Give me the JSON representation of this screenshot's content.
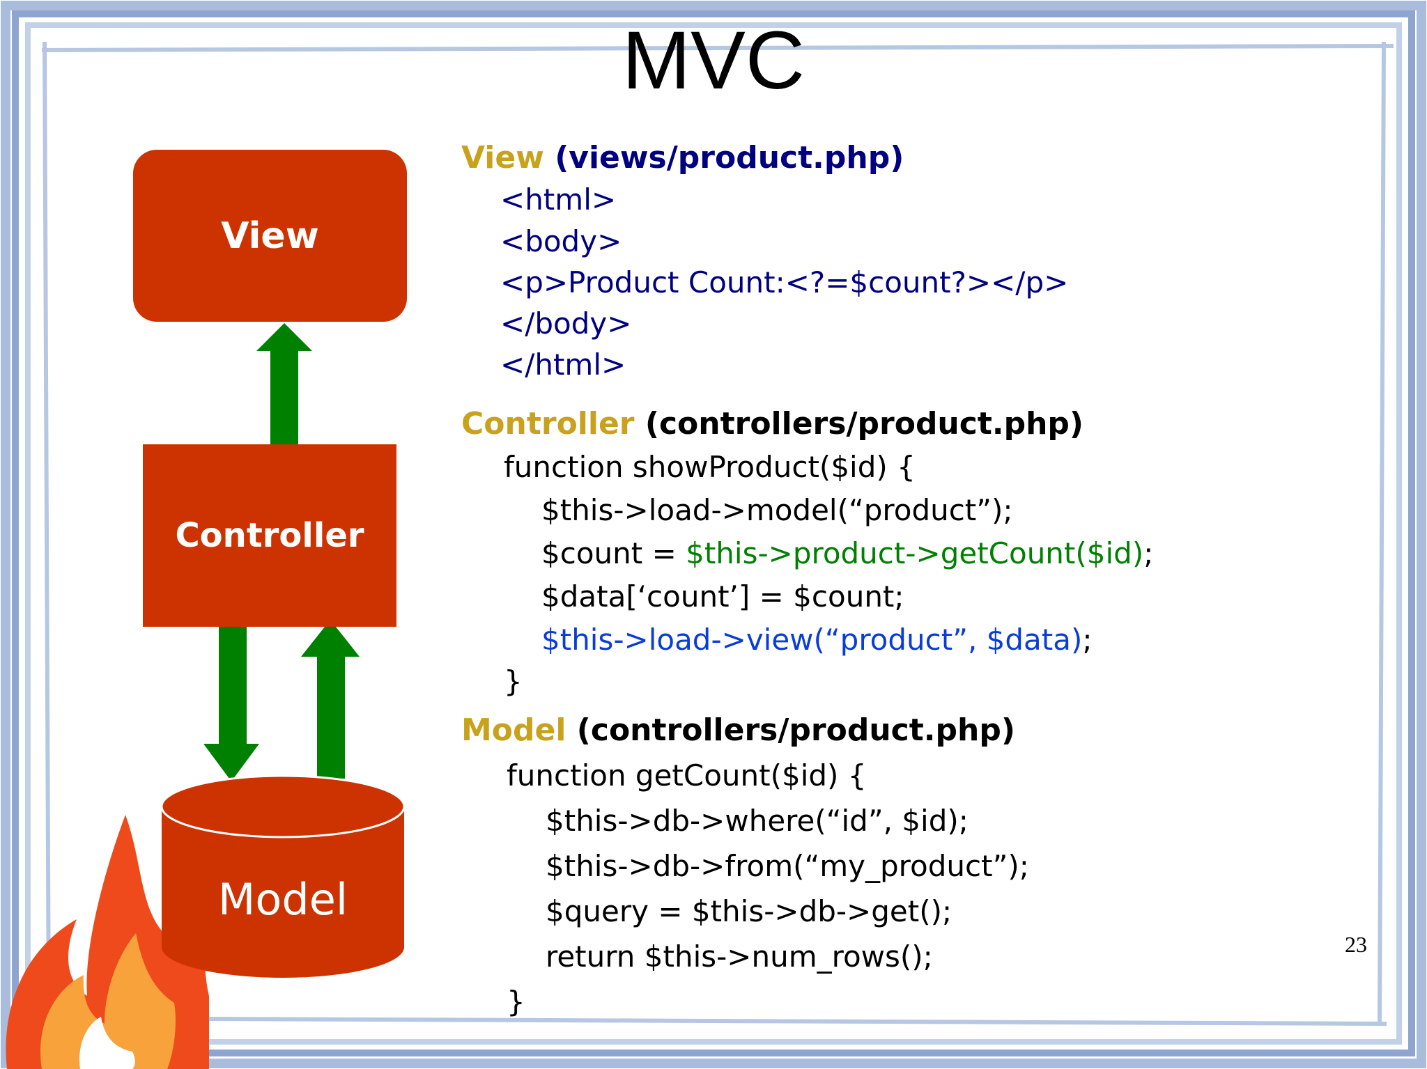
{
  "slide": {
    "title": "MVC",
    "page_number": "23"
  },
  "diagram": {
    "view_label": "View",
    "controller_label": "Controller",
    "model_label": "Model",
    "colors": {
      "box": "#cc3300",
      "arrow": "#008000",
      "frame": "#9bb0d4"
    }
  },
  "view_section": {
    "heading": "View",
    "path": "(views/product.php)",
    "lines": [
      "<html>",
      "<body>",
      "<p>Product Count:<?=$count?></p>",
      "</body>",
      "</html>"
    ]
  },
  "controller_section": {
    "heading": "Controller",
    "path": "(controllers/product.php)",
    "line1": "function showProduct($id) {",
    "line2": "$this->load->model(“product”);",
    "line3_prefix": "$count = ",
    "line3_call": "$this->product->getCount($id)",
    "line3_end": ";",
    "line4": "$data[‘count’] = $count;",
    "line5_call": "$this->load->view(“product”, $data)",
    "line5_end": ";",
    "line6": "}"
  },
  "model_section": {
    "heading": "Model",
    "path": "(controllers/product.php)",
    "lines": [
      "function getCount($id) {",
      "$this->db->where(“id”, $id);",
      "$this->db->from(“my_product”);",
      "$query = $this->db->get();",
      "return $this->num_rows();",
      "}"
    ]
  }
}
